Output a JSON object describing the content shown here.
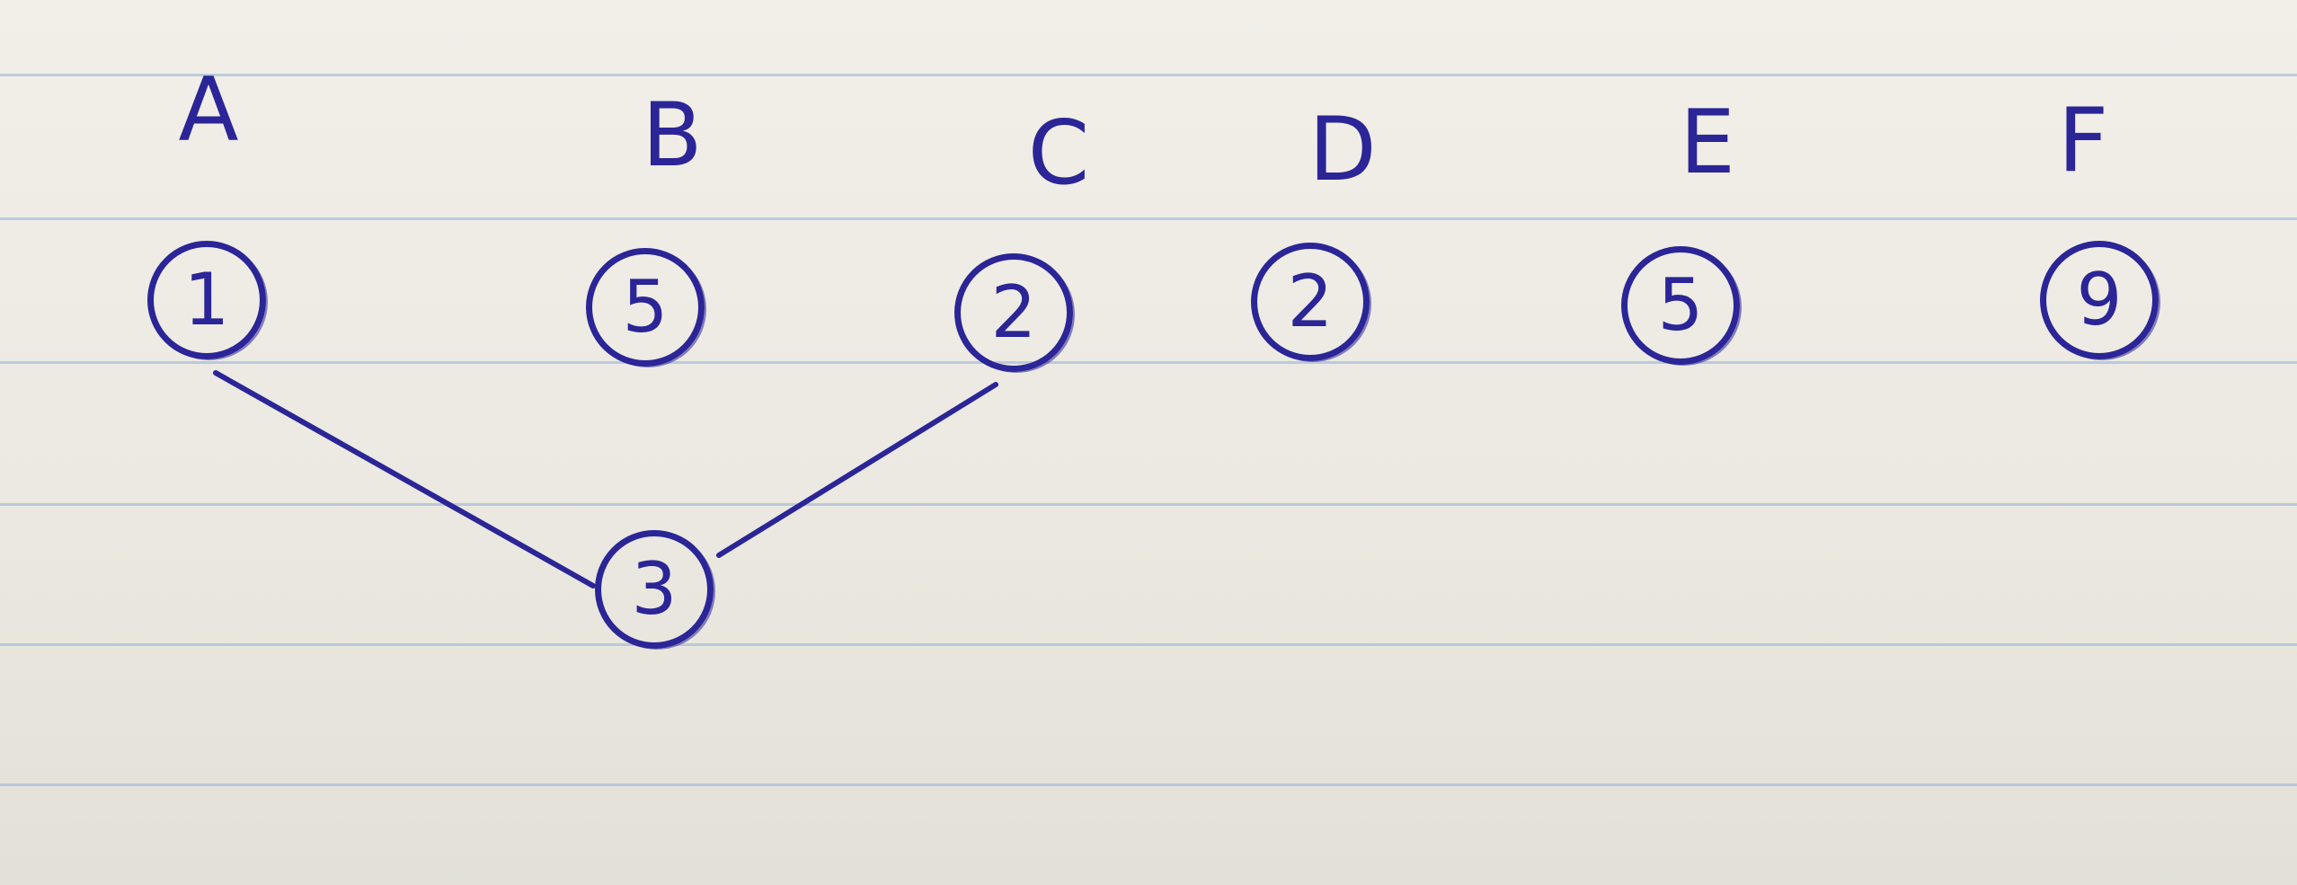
{
  "ink_color": "#2b2597",
  "rule_color": "#a9bfd8",
  "paper_color": "#efede6",
  "columns": [
    {
      "letter": "A",
      "value": "1"
    },
    {
      "letter": "B",
      "value": "5"
    },
    {
      "letter": "C",
      "value": "2"
    },
    {
      "letter": "D",
      "value": "2"
    },
    {
      "letter": "E",
      "value": "5"
    },
    {
      "letter": "F",
      "value": "9"
    }
  ],
  "merged_node": {
    "value": "3"
  },
  "edges": [
    {
      "from": "A",
      "to": "merged"
    },
    {
      "from": "C",
      "to": "merged"
    }
  ]
}
